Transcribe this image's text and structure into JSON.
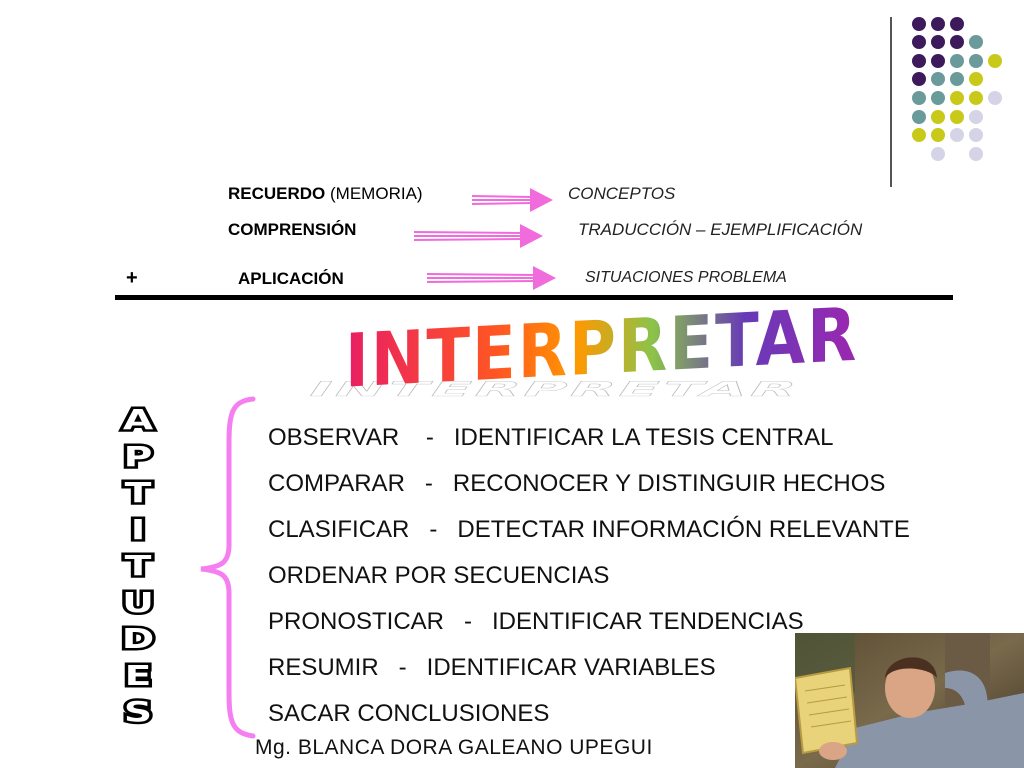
{
  "colors": {
    "purple": "#3d1a5b",
    "teal": "#6a9a9a",
    "yellow": "#c9c91a",
    "lavender": "#d4d4e6",
    "arrow_pink": "#f06cdc",
    "brace_pink": "#f57ff0"
  },
  "dot_grid": [
    [
      "purple",
      "purple",
      "purple",
      "",
      "",
      ""
    ],
    [
      "purple",
      "purple",
      "purple",
      "teal",
      "",
      ""
    ],
    [
      "purple",
      "purple",
      "teal",
      "teal",
      "yellow",
      ""
    ],
    [
      "purple",
      "teal",
      "teal",
      "yellow",
      "",
      ""
    ],
    [
      "teal",
      "teal",
      "yellow",
      "yellow",
      "lavender",
      ""
    ],
    [
      "teal",
      "yellow",
      "yellow",
      "lavender",
      "",
      ""
    ],
    [
      "yellow",
      "yellow",
      "lavender",
      "lavender",
      "",
      ""
    ],
    [
      "",
      "lavender",
      "",
      "lavender",
      "",
      ""
    ]
  ],
  "levels": [
    {
      "bold": "RECUERDO",
      "extra": " (MEMORIA)",
      "result": "CONCEPTOS"
    },
    {
      "bold": "COMPRENSIÓN",
      "extra": "",
      "result": "TRADUCCIÓN – EJEMPLIFICACIÓN"
    },
    {
      "bold": "APLICACIÓN",
      "extra": "",
      "result": "SITUACIONES PROBLEMA"
    }
  ],
  "plus_sign": "+",
  "title": "INTERPRETAR",
  "side_word_letters": [
    "A",
    "P",
    "T",
    "I",
    "T",
    "U",
    "D",
    "E",
    "S"
  ],
  "aptitudes": [
    "OBSERVAR    -   IDENTIFICAR LA TESIS CENTRAL",
    "COMPARAR   -   RECONOCER Y DISTINGUIR HECHOS",
    "CLASIFICAR   -   DETECTAR INFORMACIÓN RELEVANTE",
    "ORDENAR POR SECUENCIAS",
    "PRONOSTICAR   -   IDENTIFICAR TENDENCIAS",
    "RESUMIR   -   IDENTIFICAR VARIABLES",
    "SACAR CONCLUSIONES"
  ],
  "author": "Mg. BLANCA DORA GALEANO UPEGUI",
  "photo_subject": "person-reading-book"
}
